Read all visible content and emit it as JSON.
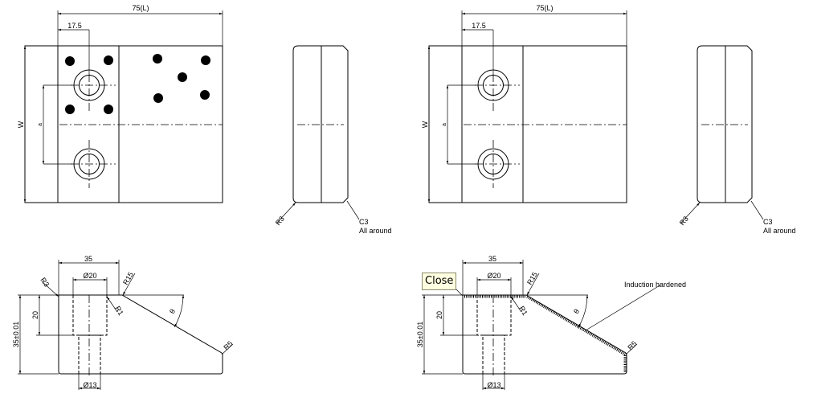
{
  "tooltip": {
    "close_label": "Close"
  },
  "drawing": {
    "top_view": {
      "length": "75(L)",
      "offset": "17.5",
      "width": "W",
      "pitch": "a"
    },
    "side_view": {
      "radius": "R3",
      "chamfer": "C3",
      "chamfer_note": "All around"
    },
    "front_view": {
      "width_35": "35",
      "counterbore_dia": "Ø20",
      "radius_r15": "R15",
      "radius_r3": "R3",
      "radius_r1": "R1",
      "angle": "θ",
      "radius_r5": "R5",
      "depth_20": "20",
      "height": "35±0.01",
      "hole_dia": "Ø13"
    },
    "hardening_note": "Induction hardened"
  },
  "colors": {
    "tooltip_bg": "#ffffe1",
    "line": "#000000"
  }
}
